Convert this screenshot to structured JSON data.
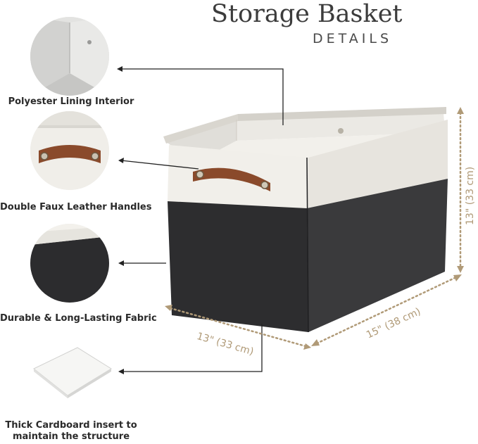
{
  "header": {
    "title": "Storage Basket",
    "subtitle": "DETAILS"
  },
  "features": [
    {
      "label": "Polyester Lining Interior"
    },
    {
      "label": "Double Faux Leather Handles"
    },
    {
      "label": "Durable & Long-Lasting Fabric"
    },
    {
      "label_line1": "Thick Cardboard insert to",
      "label_line2": "maintain the structure"
    }
  ],
  "dimensions": {
    "height": "13\" (33 cm)",
    "depth": "13\" (33 cm)",
    "width": "15\" (38 cm)"
  },
  "colors": {
    "dimension_accent": "#b09a77",
    "fabric_dark": "#2d2d2f",
    "fabric_light": "#f1efea",
    "leather": "#8a4a2b"
  }
}
